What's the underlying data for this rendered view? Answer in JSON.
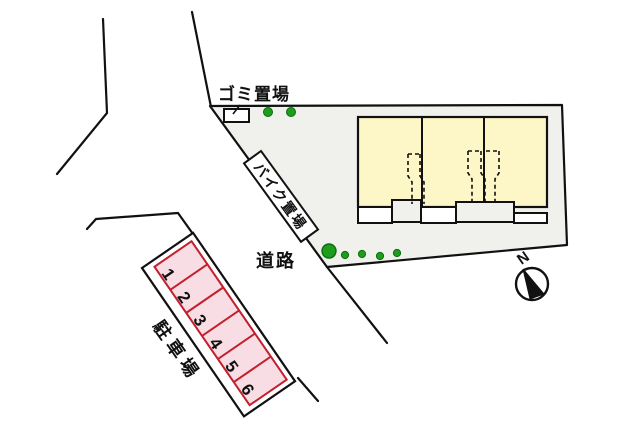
{
  "diagram": {
    "labels": {
      "garbage_area": "ゴミ置場",
      "bike_area": "バイク置場",
      "road": "道路",
      "parking_area": "駐車場",
      "compass_north": "N"
    },
    "parking_spaces": [
      "1",
      "2",
      "3",
      "4",
      "5",
      "6"
    ],
    "colors": {
      "ground": "#f0f0ed",
      "building_fill": "#fdf6c6",
      "parking_fill": "#f9dde4",
      "parking_line": "#c1202c",
      "outline": "#111111",
      "greenery": "#1e9c1e"
    }
  }
}
